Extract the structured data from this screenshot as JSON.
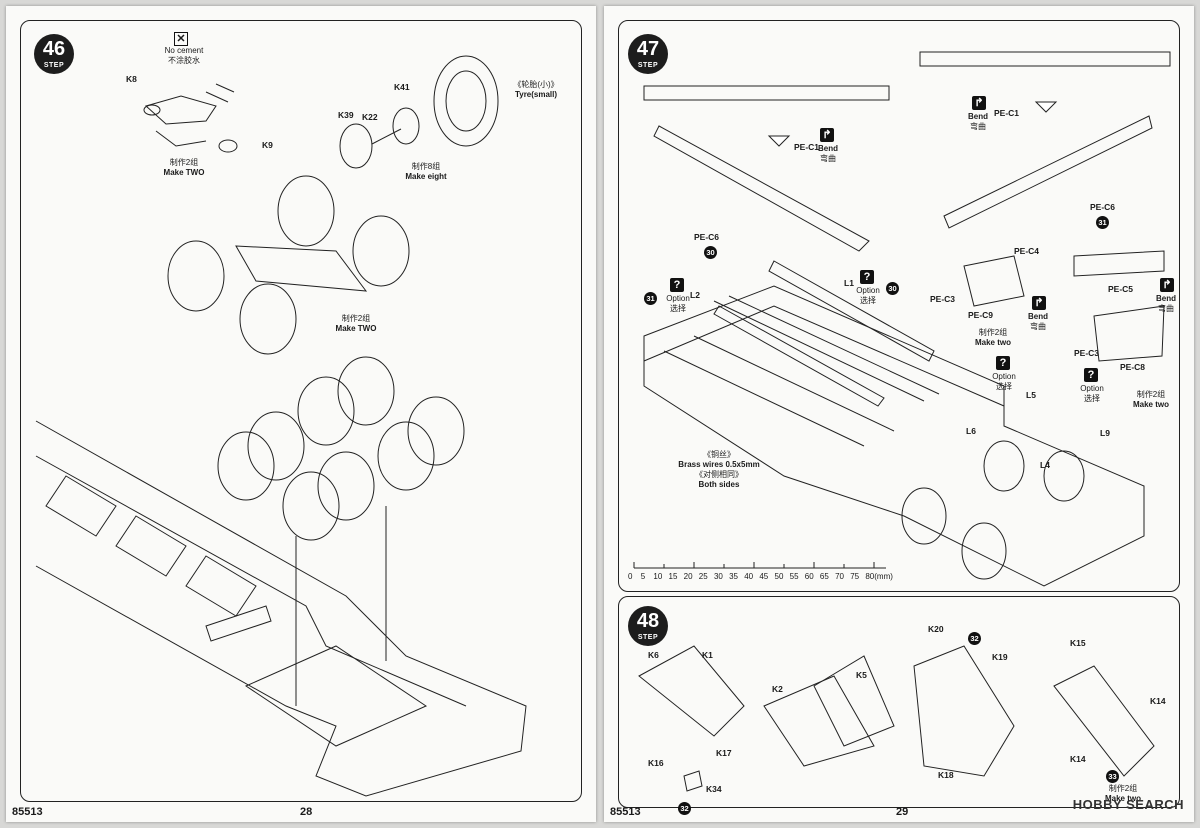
{
  "left_page": {
    "step": {
      "number": "46",
      "label": "STEP"
    },
    "no_cement": {
      "en": "No cement",
      "cn": "不涂胶水"
    },
    "parts": {
      "k8": "K8",
      "k9": "K9",
      "k41": "K41",
      "k39": "K39",
      "k22": "K22"
    },
    "tyre": {
      "cn": "《轮胎(小)》",
      "en": "Tyre(small)"
    },
    "make_two_a": {
      "cn": "制作2组",
      "en": "Make TWO"
    },
    "make_eight": {
      "cn": "制作8组",
      "en": "Make eight"
    },
    "make_two_b": {
      "cn": "制作2组",
      "en": "Make TWO"
    },
    "footer_code": "85513",
    "page_number": "28"
  },
  "right_page": {
    "step47": {
      "number": "47",
      "label": "STEP"
    },
    "step48": {
      "number": "48",
      "label": "STEP"
    },
    "parts": {
      "pe_c1_a": "PE-C1",
      "pe_c1_b": "PE-C1",
      "pe_c6_a": "PE-C6",
      "pe_c6_b": "PE-C6",
      "pe_c4": "PE-C4",
      "pe_c3_a": "PE-C3",
      "pe_c9": "PE-C9",
      "pe_c5": "PE-C5",
      "pe_c3_b": "PE-C3",
      "pe_c8": "PE-C8",
      "l1": "L1",
      "l2": "L2",
      "l4": "L4",
      "l5": "L5",
      "l6": "L6",
      "l9": "L9",
      "k6": "K6",
      "k1": "K1",
      "k5": "K5",
      "k2": "K2",
      "k20": "K20",
      "k19": "K19",
      "k15": "K15",
      "k14_a": "K14",
      "k14_b": "K14",
      "k16": "K16",
      "k17": "K17",
      "k34": "K34",
      "k18": "K18"
    },
    "circles": {
      "c30_a": "30",
      "c30_b": "30",
      "c31_a": "31",
      "c31_b": "31",
      "c32_a": "32",
      "c32_b": "32",
      "c33": "33"
    },
    "bend": {
      "en": "Bend",
      "cn": "弯曲"
    },
    "option": {
      "en": "Option",
      "cn": "选择"
    },
    "make_two_a": {
      "cn": "制作2组",
      "en": "Make two"
    },
    "make_two_b": {
      "cn": "制作2组",
      "en": "Make two"
    },
    "make_two_c": {
      "cn": "制作2组",
      "en": "Make two"
    },
    "brass": {
      "cn1": "《铜丝》",
      "en1": "Brass wires 0.5x5mm",
      "cn2": "《对侧相同》",
      "en2": "Both sides"
    },
    "scale": {
      "ticks": [
        "0",
        "5",
        "10",
        "15",
        "20",
        "25",
        "30",
        "35",
        "40",
        "45",
        "50",
        "55",
        "60",
        "65",
        "70",
        "75",
        "80"
      ],
      "unit": "(mm)"
    },
    "footer_code": "85513",
    "page_number": "29",
    "watermark": "HOBBY SEARCH"
  }
}
